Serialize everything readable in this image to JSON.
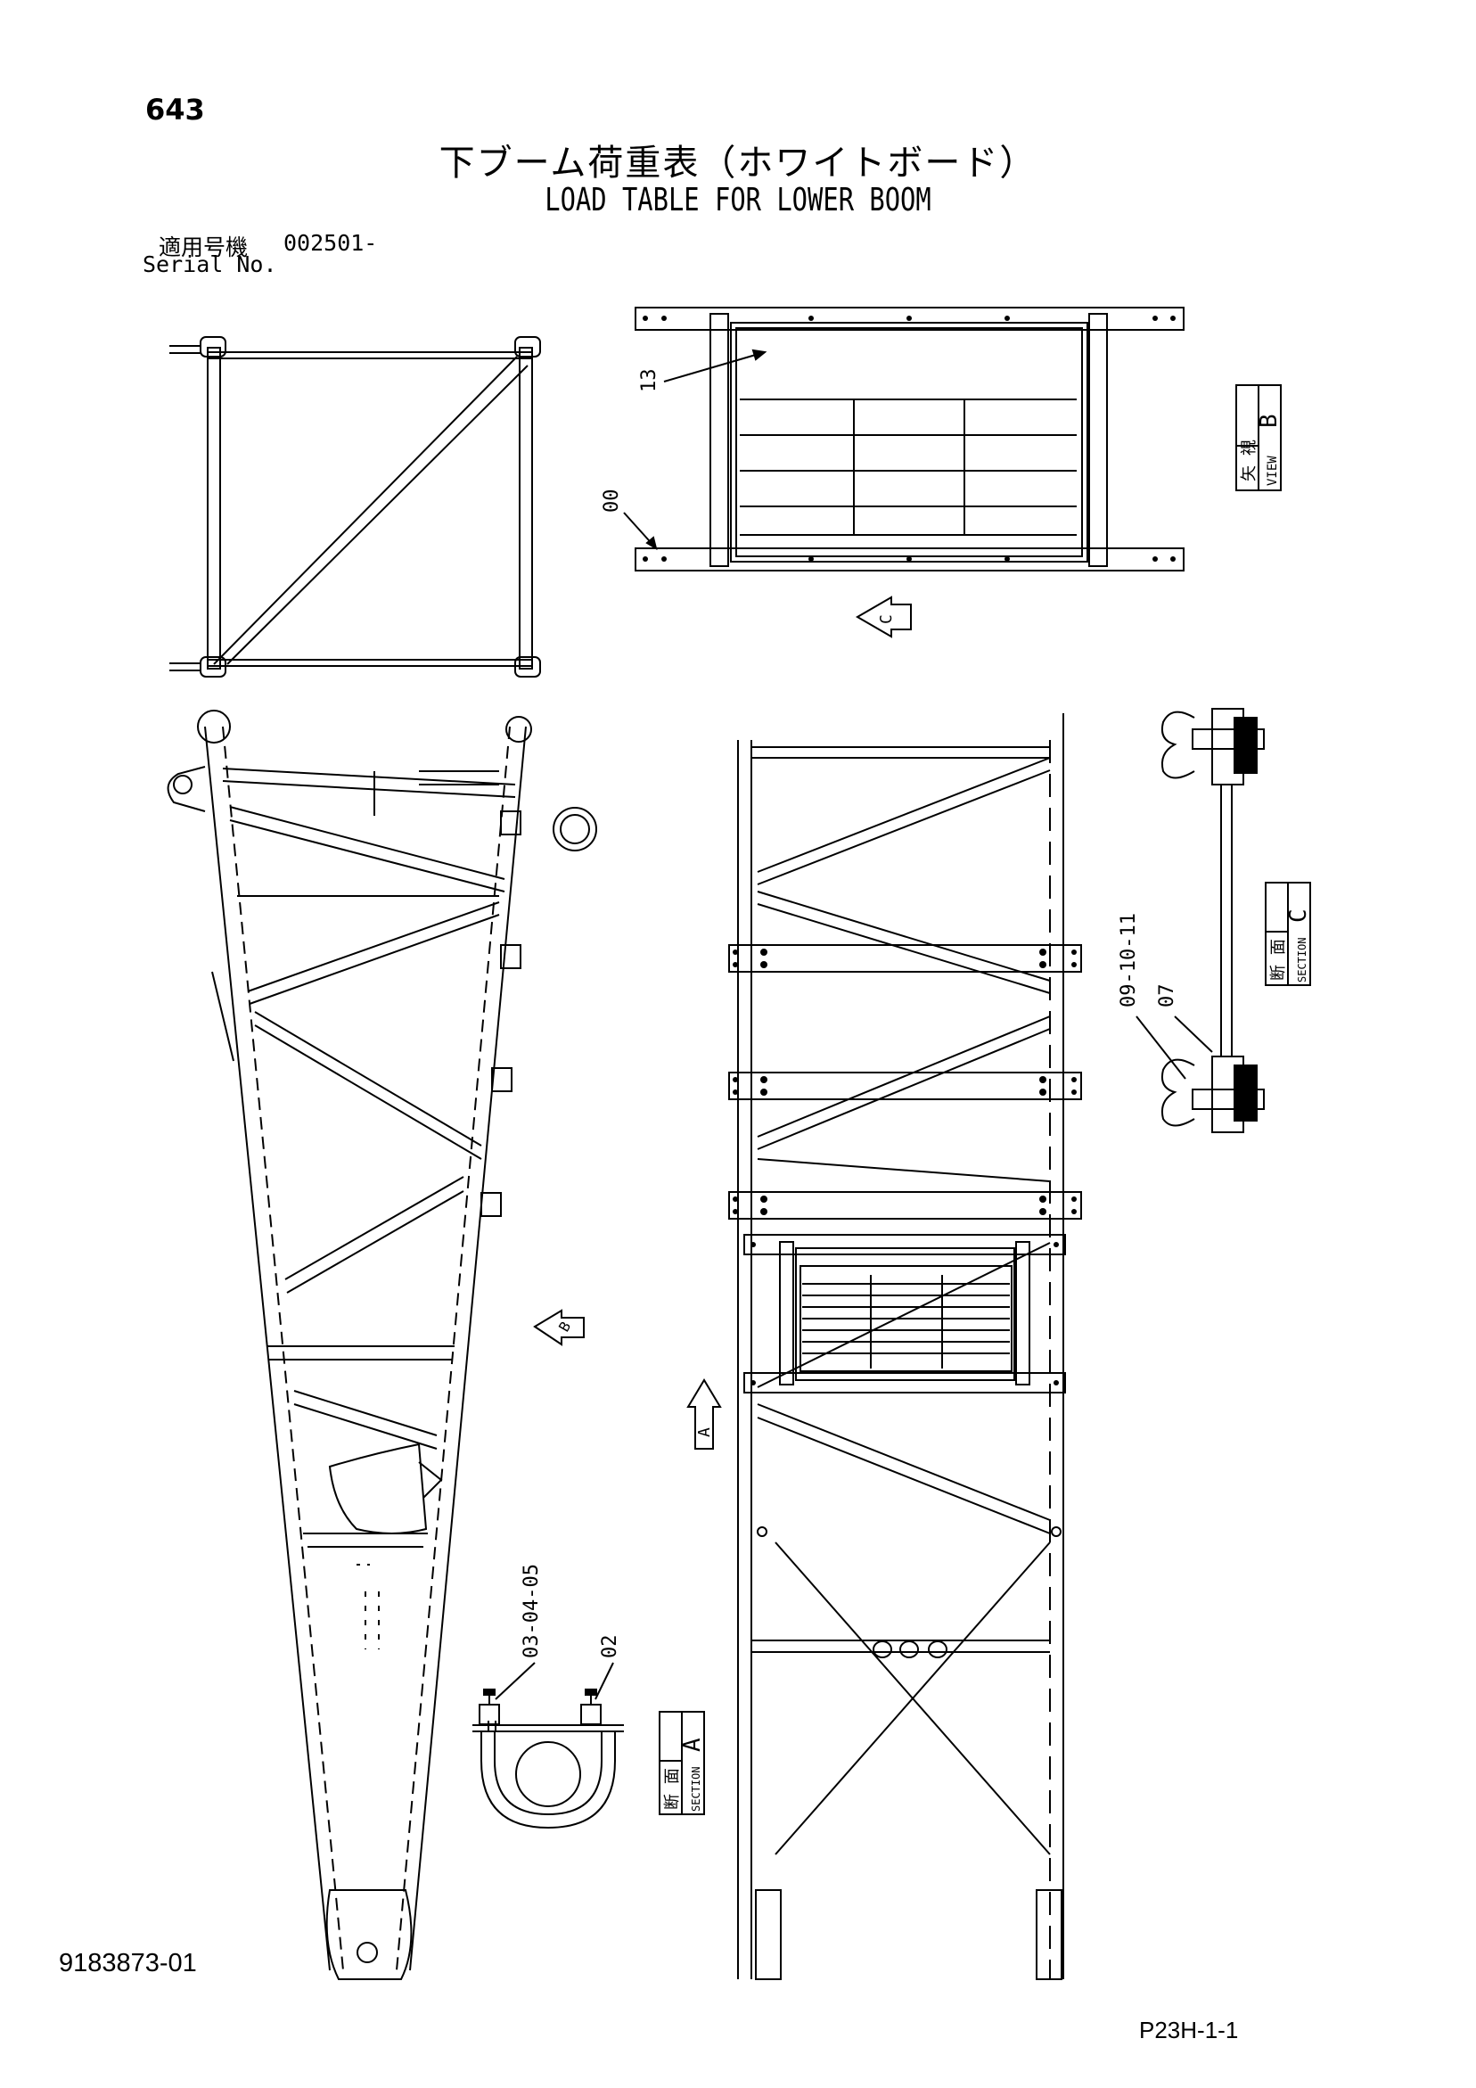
{
  "header": {
    "page_number": "643",
    "title_jp": "下ブーム荷重表（ホワイトボード）",
    "title_en": "LOAD TABLE FOR LOWER BOOM",
    "serial_label_jp": "適用号機",
    "serial_value": "002501-",
    "serial_label_en": "Serial No."
  },
  "footer": {
    "document_number": "9183873-01",
    "sheet_code": "P23H-1-1"
  },
  "view_labels": {
    "view_b_jp": "矢 視",
    "view_b_en": "VIEW",
    "view_b_letter": "B",
    "section_c_jp": "断 面",
    "section_c_en": "SECTION",
    "section_c_letter": "C",
    "section_a_jp": "断 面",
    "section_a_en": "SECTION",
    "section_a_letter": "A"
  },
  "arrow_markers": {
    "b": "B",
    "c": "C",
    "a": "A"
  },
  "callouts": {
    "whiteboard": "13",
    "frame": "00",
    "wing_bolt": "09-10-11",
    "spacer": "07",
    "ubolt_nuts": "03-04-05",
    "ubolt": "02"
  }
}
